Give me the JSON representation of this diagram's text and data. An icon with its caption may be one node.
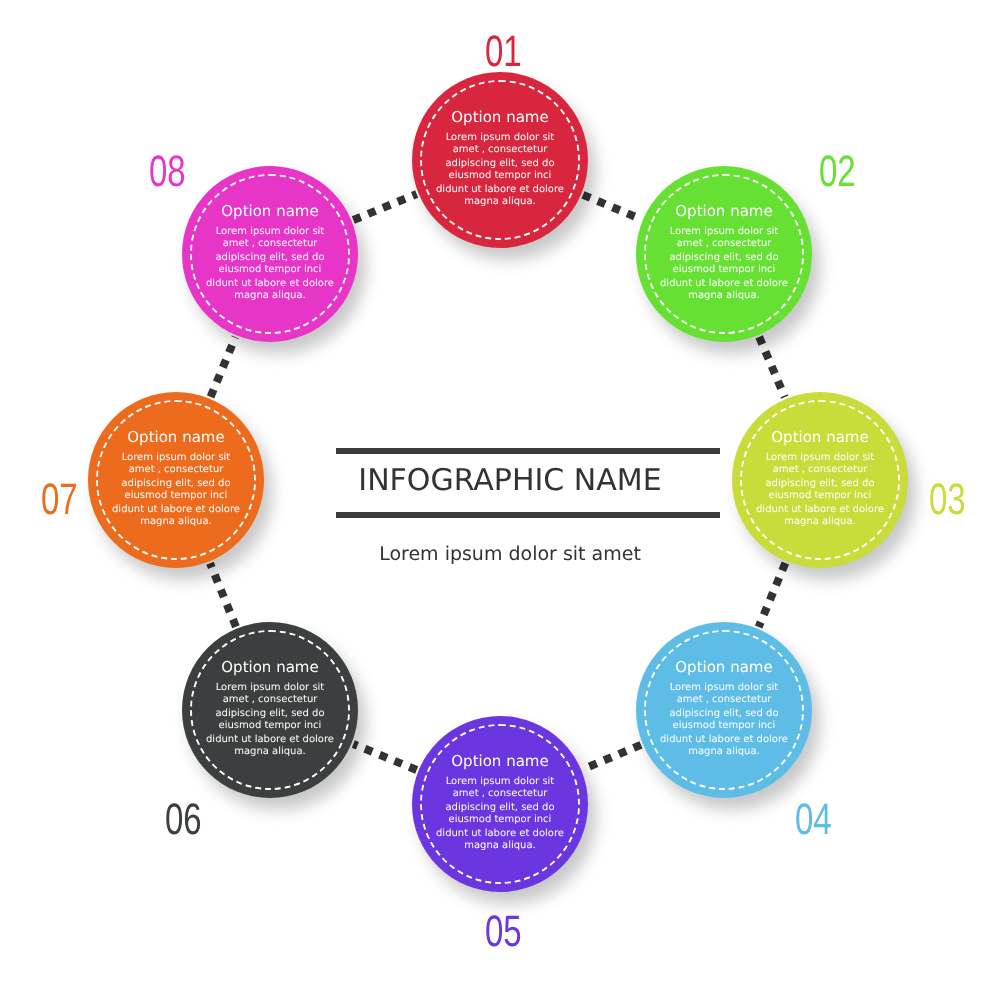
{
  "diagram": {
    "title": "INFOGRAPHIC NAME",
    "nodes": [
      {
        "text": [
          "Option name",
          "Lorem ipsum dolor sit amet , consectetur adipiscing elit, sed do eiusmod tempor inci didunt ut labore et dolore magna aliqua."
        ],
        "beside": [
          "01"
        ]
      },
      {
        "text": [
          "Option name",
          "Lorem ipsum dolor sit amet , consectetur adipiscing elit, sed do eiusmod tempor inci didunt ut labore et dolore magna aliqua."
        ],
        "beside": [
          "02"
        ]
      },
      {
        "text": [
          "Option name",
          "Lorem ipsum dolor sit amet , consectetur adipiscing elit, sed do eiusmod tempor inci didunt ut labore et dolore magna aliqua."
        ],
        "beside": [
          "03"
        ]
      },
      {
        "text": [
          "Option name",
          "Lorem ipsum dolor sit amet , consectetur adipiscing elit, sed do eiusmod tempor inci didunt ut labore et dolore magna aliqua."
        ],
        "beside": [
          "04"
        ]
      },
      {
        "text": [
          "Option name",
          "Lorem ipsum dolor sit amet , consectetur adipiscing elit, sed do eiusmod tempor inci didunt ut labore et dolore magna aliqua."
        ],
        "beside": [
          "05"
        ]
      },
      {
        "text": [
          "Option name",
          "Lorem ipsum dolor sit amet , consectetur adipiscing elit, sed do eiusmod tempor inci didunt ut labore et dolore magna aliqua."
        ],
        "beside": [
          "06"
        ]
      },
      {
        "text": [
          "Option name",
          "Lorem ipsum dolor sit amet , consectetur adipiscing elit, sed do eiusmod tempor inci didunt ut labore et dolore magna aliqua."
        ],
        "beside": [
          "07"
        ]
      },
      {
        "text": [
          "Option name",
          "Lorem ipsum dolor sit amet , consectetur adipiscing elit, sed do eiusmod tempor inci didunt ut labore et dolore magna aliqua."
        ],
        "beside": [
          "08"
        ]
      }
    ],
    "edges": [
      {
        "from": 0,
        "to": 1,
        "arrow": "none"
      },
      {
        "from": 1,
        "to": 2,
        "arrow": "none"
      },
      {
        "from": 2,
        "to": 3,
        "arrow": "none"
      },
      {
        "from": 3,
        "to": 4,
        "arrow": "none"
      },
      {
        "from": 4,
        "to": 5,
        "arrow": "none"
      },
      {
        "from": 5,
        "to": 6,
        "arrow": "none"
      },
      {
        "from": 6,
        "to": 7,
        "arrow": "none"
      },
      {
        "from": 7,
        "to": 0,
        "arrow": "none"
      }
    ],
    "labels": [
      "Lorem ipsum dolor sit amet"
    ]
  }
}
